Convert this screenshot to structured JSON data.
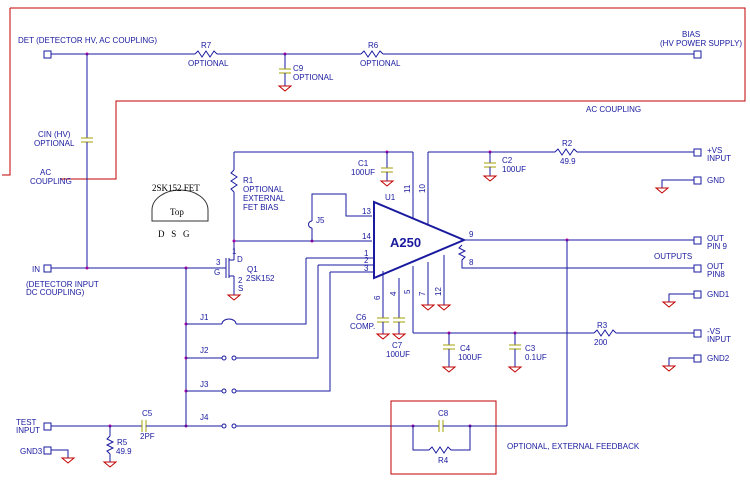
{
  "ports": {
    "det": "DET (DETECTOR HV, AC COUPLING)",
    "bias_1": "BIAS",
    "bias_2": "(HV POWER SUPPLY)",
    "in": "IN",
    "in_note_1": "(DETECTOR INPUT",
    "in_note_2": "DC COUPLING)",
    "test_1": "TEST",
    "test_2": "INPUT",
    "gnd3": "GND3",
    "vs_pos_1": "+VS",
    "vs_pos_2": "INPUT",
    "gnd": "GND",
    "out9_1": "OUT",
    "out9_2": "PIN 9",
    "out8_1": "OUT",
    "out8_2": "PIN8",
    "gnd1": "GND1",
    "vs_neg_1": "-VS",
    "vs_neg_2": "INPUT",
    "gnd2": "GND2"
  },
  "components": {
    "r7": "R7",
    "r7_note": "OPTIONAL",
    "r6": "R6",
    "r6_note": "OPTIONAL",
    "c9": "C9",
    "c9_note": "OPTIONAL",
    "cin_1": "CIN (HV)",
    "cin_2": "OPTIONAL",
    "ac_1": "AC",
    "ac_2": "COUPLING",
    "ac_coupling": "AC COUPLING",
    "r1": "R1",
    "r1_note_1": "OPTIONAL",
    "r1_note_2": "EXTERNAL",
    "r1_note_3": "FET BIAS",
    "fet_title": "2SK152 FET",
    "fet_top": "Top",
    "fet_pins": "D   S   G",
    "q1": "Q1",
    "q1_part": "2SK152",
    "q1_g": "G",
    "q1_d": "D",
    "q1_s": "S",
    "j5": "J5",
    "j1": "J1",
    "j2": "J2",
    "j3": "J3",
    "j4": "J4",
    "c1": "C1",
    "c1_val": "100UF",
    "c2": "C2",
    "c2_val": "100UF",
    "r2": "R2",
    "r2_val": "49.9",
    "u1": "U1",
    "a250": "A250",
    "outputs": "OUTPUTS",
    "c6": "C6",
    "c6_val": "COMP.",
    "c7": "C7",
    "c7_val": "100UF",
    "c4": "C4",
    "c4_val": "100UF",
    "c3": "C3",
    "c3_val": "0.1UF",
    "r3": "R3",
    "r3_val": "200",
    "c5": "C5",
    "c5_val": "2PF",
    "r5": "R5",
    "r5_val": "49.9",
    "c8": "C8",
    "r4": "R4",
    "feedback": "OPTIONAL, EXTERNAL FEEDBACK"
  },
  "pins": {
    "p13": "13",
    "p14": "14",
    "p1": "1",
    "p2": "2",
    "p3": "3",
    "p11": "11",
    "p10": "10",
    "p9": "9",
    "p8": "8",
    "p6": "6",
    "p4": "4",
    "p5": "5",
    "p7": "7",
    "p12": "12",
    "q1_1": "1",
    "q1_2": "2",
    "q1_3": "3"
  }
}
